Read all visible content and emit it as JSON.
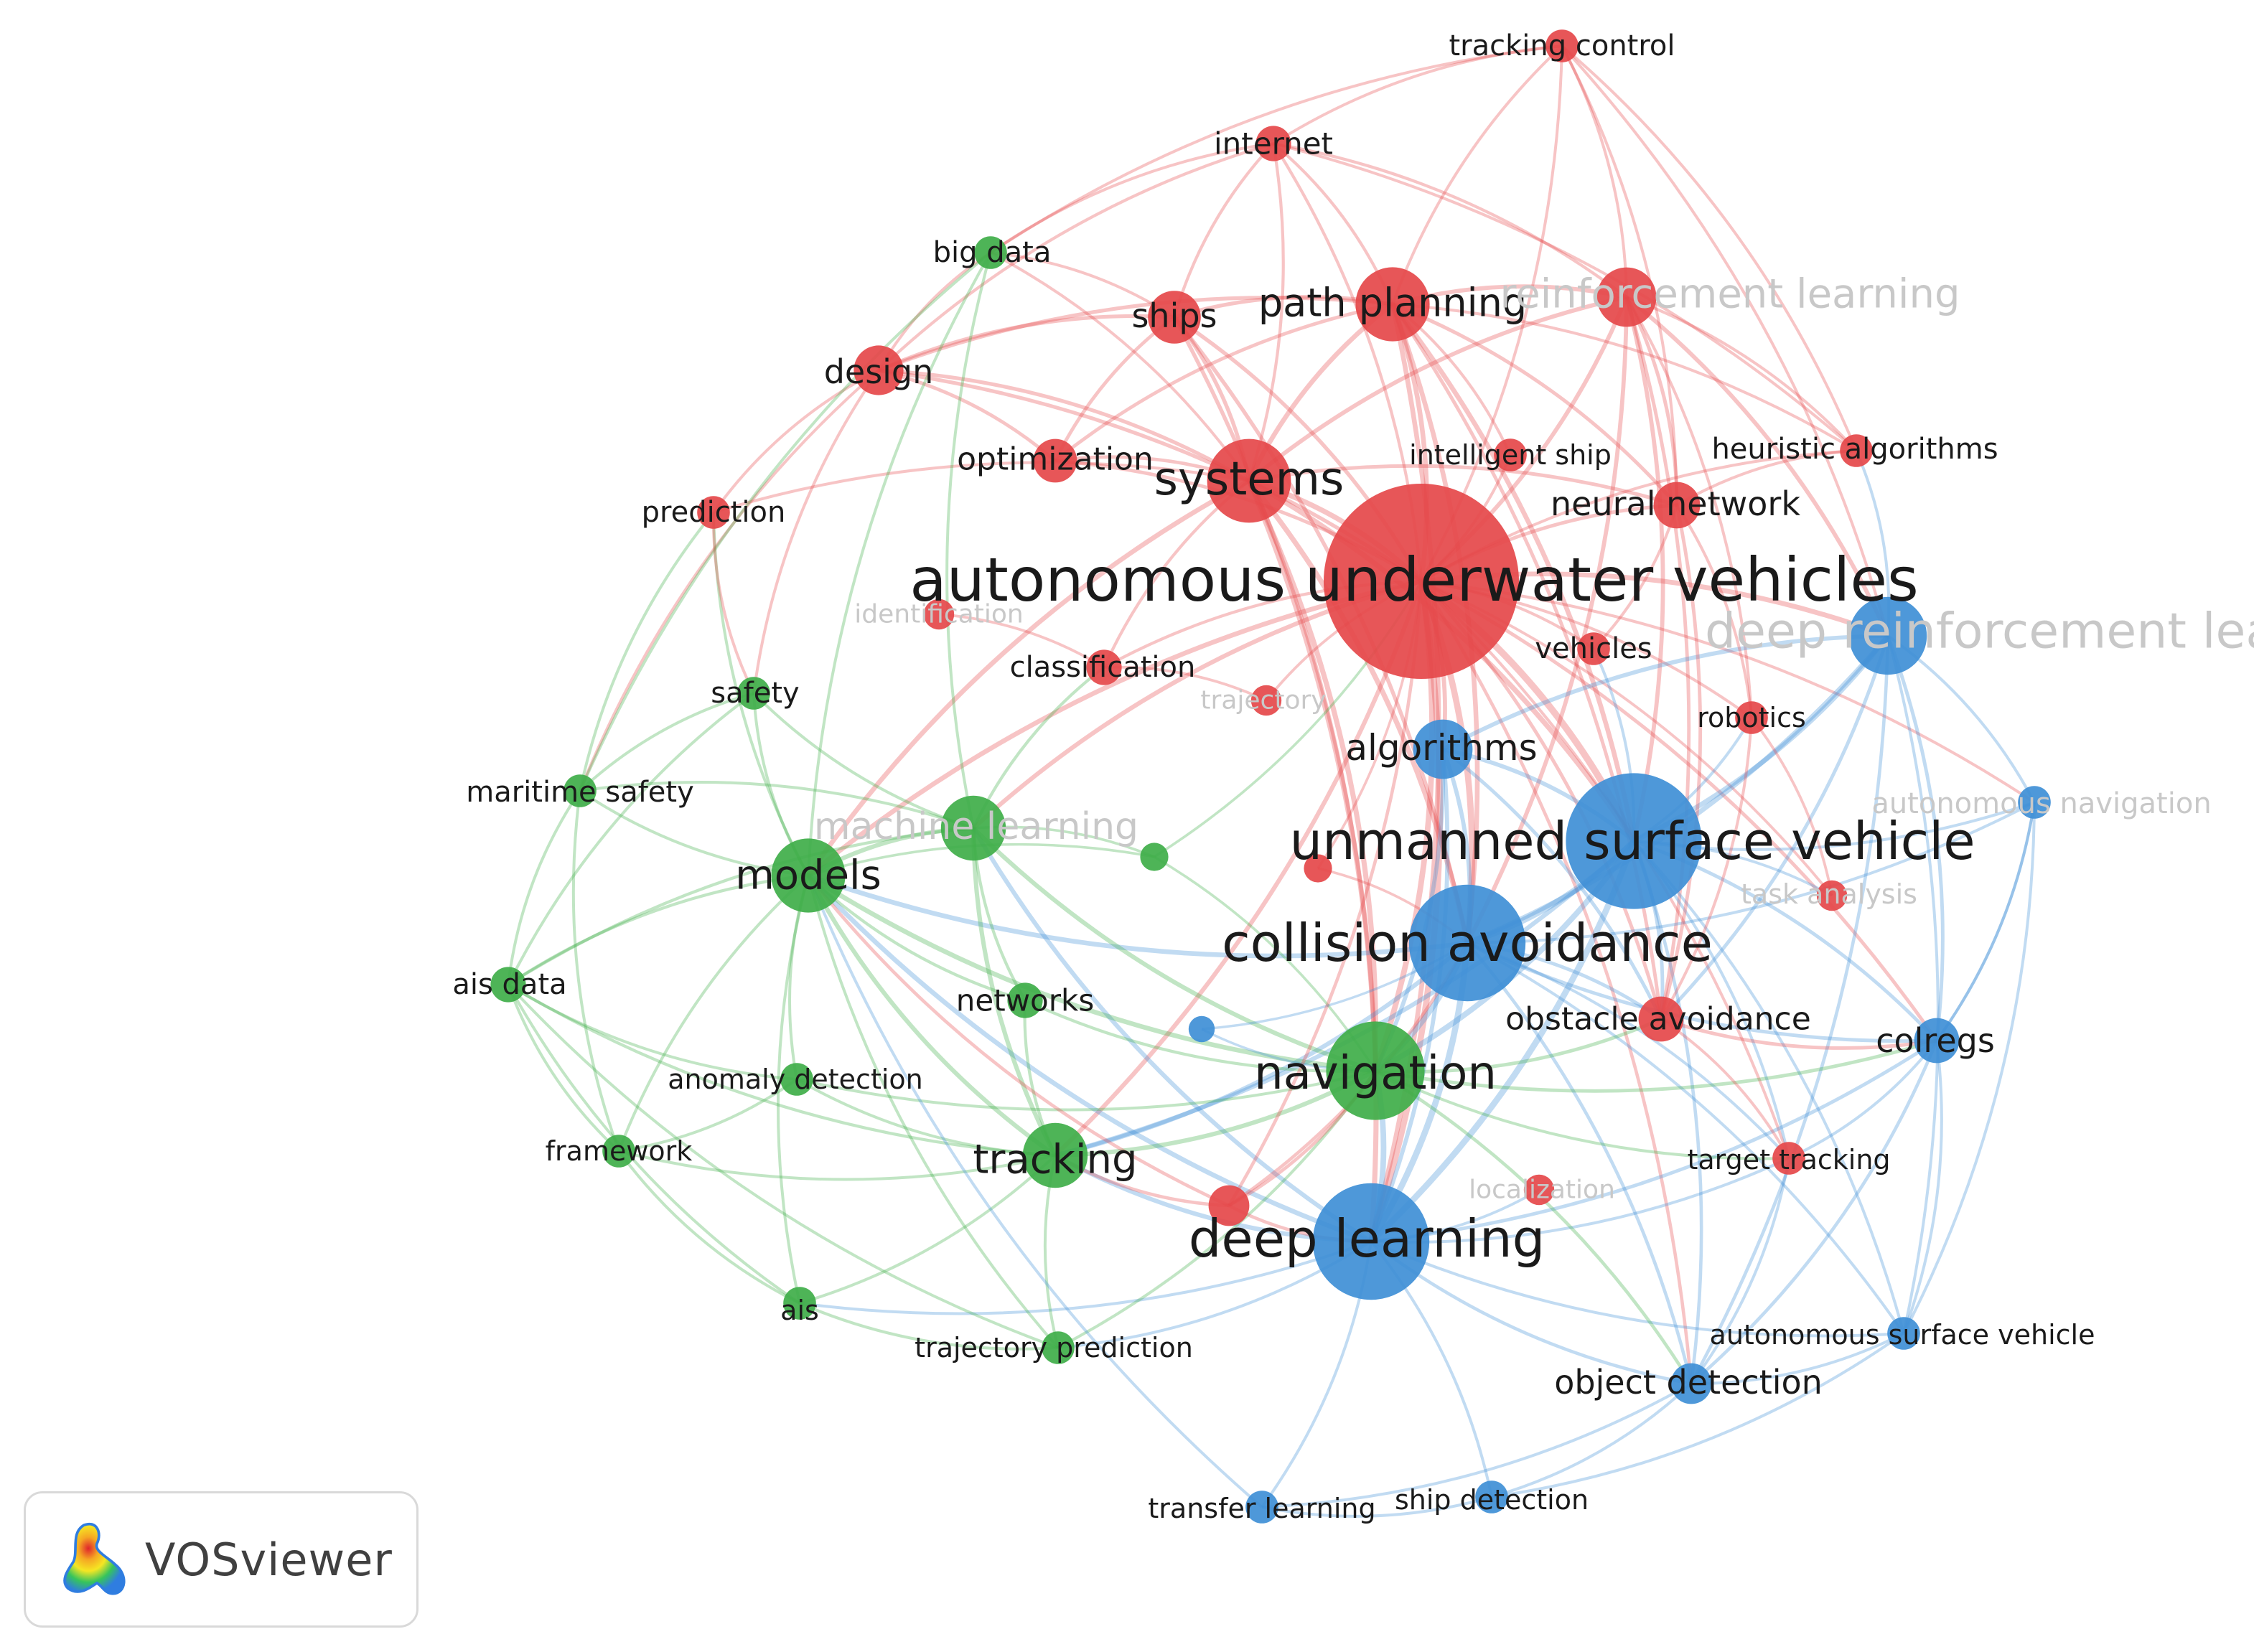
{
  "brand": {
    "name": "VOSviewer",
    "icon": "vosviewer-logo-icon"
  },
  "clusters": {
    "1": "#e5484a",
    "2": "#3fae49",
    "3": "#3f8fd6"
  },
  "nodes": [
    {
      "id": "auv",
      "label": "autonomous underwater vehicles",
      "cluster": 1,
      "weight": 1.0
    },
    {
      "id": "usv",
      "label": "unmanned surface vehicle",
      "cluster": 3,
      "weight": 0.78
    },
    {
      "id": "ca",
      "label": "collision avoidance",
      "cluster": 3,
      "weight": 0.7
    },
    {
      "id": "dl",
      "label": "deep learning",
      "cluster": 3,
      "weight": 0.7
    },
    {
      "id": "nav",
      "label": "navigation",
      "cluster": 2,
      "weight": 0.62
    },
    {
      "id": "sys",
      "label": "systems",
      "cluster": 1,
      "weight": 0.55
    },
    {
      "id": "pp",
      "label": "path planning",
      "cluster": 1,
      "weight": 0.5
    },
    {
      "id": "rl",
      "label": "reinforcement learning",
      "cluster": 1,
      "weight": 0.42,
      "faded": true
    },
    {
      "id": "drl",
      "label": "deep reinforcement learning",
      "cluster": 3,
      "weight": 0.52,
      "faded": true
    },
    {
      "id": "models",
      "label": "models",
      "cluster": 2,
      "weight": 0.5
    },
    {
      "id": "ml",
      "label": "machine learning",
      "cluster": 2,
      "weight": 0.45,
      "faded": true
    },
    {
      "id": "trk",
      "label": "tracking",
      "cluster": 2,
      "weight": 0.45
    },
    {
      "id": "alg",
      "label": "algorithms",
      "cluster": 3,
      "weight": 0.42
    },
    {
      "id": "ships",
      "label": "ships",
      "cluster": 1,
      "weight": 0.38
    },
    {
      "id": "design",
      "label": "design",
      "cluster": 1,
      "weight": 0.36
    },
    {
      "id": "nn",
      "label": "neural network",
      "cluster": 1,
      "weight": 0.34
    },
    {
      "id": "optim",
      "label": "optimization",
      "cluster": 1,
      "weight": 0.32
    },
    {
      "id": "obst",
      "label": "obstacle avoidance",
      "cluster": 1,
      "weight": 0.33
    },
    {
      "id": "colregs",
      "label": "colregs",
      "cluster": 3,
      "weight": 0.33
    },
    {
      "id": "od",
      "label": "object detection",
      "cluster": 3,
      "weight": 0.3
    },
    {
      "id": "internet",
      "label": "internet",
      "cluster": 1,
      "weight": 0.26
    },
    {
      "id": "tc",
      "label": "tracking control",
      "cluster": 1,
      "weight": 0.24
    },
    {
      "id": "bigdata",
      "label": "big data",
      "cluster": 2,
      "weight": 0.24
    },
    {
      "id": "is",
      "label": "intelligent ship",
      "cluster": 1,
      "weight": 0.24
    },
    {
      "id": "ha",
      "label": "heuristic algorithms",
      "cluster": 1,
      "weight": 0.24
    },
    {
      "id": "pred",
      "label": "prediction",
      "cluster": 1,
      "weight": 0.24
    },
    {
      "id": "ident",
      "label": "identification",
      "cluster": 1,
      "weight": 0.22,
      "faded": true
    },
    {
      "id": "veh",
      "label": "vehicles",
      "cluster": 1,
      "weight": 0.24
    },
    {
      "id": "class",
      "label": "classification",
      "cluster": 1,
      "weight": 0.26
    },
    {
      "id": "traj",
      "label": "trajectory",
      "cluster": 1,
      "weight": 0.22,
      "faded": true
    },
    {
      "id": "robotics",
      "label": "robotics",
      "cluster": 1,
      "weight": 0.24
    },
    {
      "id": "safety",
      "label": "safety",
      "cluster": 2,
      "weight": 0.24
    },
    {
      "id": "ms",
      "label": "maritime safety",
      "cluster": 2,
      "weight": 0.24
    },
    {
      "id": "an",
      "label": "autonomous navigation",
      "cluster": 3,
      "weight": 0.24,
      "faded": true
    },
    {
      "id": "ta",
      "label": "task analysis",
      "cluster": 1,
      "weight": 0.22,
      "faded": true
    },
    {
      "id": "aisdata",
      "label": "ais data",
      "cluster": 2,
      "weight": 0.26
    },
    {
      "id": "networks",
      "label": "networks",
      "cluster": 2,
      "weight": 0.26
    },
    {
      "id": "ad",
      "label": "anomaly detection",
      "cluster": 2,
      "weight": 0.24
    },
    {
      "id": "fw",
      "label": "framework",
      "cluster": 2,
      "weight": 0.24
    },
    {
      "id": "tt",
      "label": "target tracking",
      "cluster": 1,
      "weight": 0.24
    },
    {
      "id": "loc",
      "label": "localization",
      "cluster": 1,
      "weight": 0.22,
      "faded": true
    },
    {
      "id": "ais",
      "label": "ais",
      "cluster": 2,
      "weight": 0.24
    },
    {
      "id": "tp",
      "label": "trajectory prediction",
      "cluster": 2,
      "weight": 0.24
    },
    {
      "id": "asv",
      "label": "autonomous surface vehicle",
      "cluster": 3,
      "weight": 0.24
    },
    {
      "id": "tl",
      "label": "transfer learning",
      "cluster": 3,
      "weight": 0.24
    },
    {
      "id": "sd",
      "label": "ship detection",
      "cluster": 3,
      "weight": 0.24
    },
    {
      "id": "g_mid",
      "label": "",
      "cluster": 2,
      "weight": 0.2
    },
    {
      "id": "r_mid",
      "label": "",
      "cluster": 1,
      "weight": 0.2
    },
    {
      "id": "b_mid",
      "label": "",
      "cluster": 3,
      "weight": 0.18
    },
    {
      "id": "r_dl",
      "label": "",
      "cluster": 1,
      "weight": 0.3
    }
  ],
  "links": [
    [
      "auv",
      "usv"
    ],
    [
      "auv",
      "ca"
    ],
    [
      "auv",
      "dl"
    ],
    [
      "auv",
      "nav"
    ],
    [
      "auv",
      "sys"
    ],
    [
      "auv",
      "pp"
    ],
    [
      "auv",
      "rl"
    ],
    [
      "auv",
      "drl"
    ],
    [
      "auv",
      "alg"
    ],
    [
      "auv",
      "ships"
    ],
    [
      "auv",
      "design"
    ],
    [
      "auv",
      "nn"
    ],
    [
      "auv",
      "optim"
    ],
    [
      "auv",
      "obst"
    ],
    [
      "auv",
      "colregs"
    ],
    [
      "auv",
      "internet"
    ],
    [
      "auv",
      "tc"
    ],
    [
      "auv",
      "is"
    ],
    [
      "auv",
      "ha"
    ],
    [
      "auv",
      "class"
    ],
    [
      "auv",
      "robotics"
    ],
    [
      "auv",
      "models"
    ],
    [
      "auv",
      "ml"
    ],
    [
      "auv",
      "trk"
    ],
    [
      "auv",
      "veh"
    ],
    [
      "auv",
      "traj"
    ],
    [
      "auv",
      "an"
    ],
    [
      "auv",
      "ta"
    ],
    [
      "auv",
      "tt"
    ],
    [
      "auv",
      "od"
    ],
    [
      "sys",
      "pp"
    ],
    [
      "sys",
      "ships"
    ],
    [
      "sys",
      "design"
    ],
    [
      "sys",
      "optim"
    ],
    [
      "sys",
      "internet"
    ],
    [
      "sys",
      "rl"
    ],
    [
      "sys",
      "nn"
    ],
    [
      "sys",
      "ca"
    ],
    [
      "sys",
      "usv"
    ],
    [
      "sys",
      "models"
    ],
    [
      "sys",
      "pred"
    ],
    [
      "sys",
      "bigdata"
    ],
    [
      "sys",
      "class"
    ],
    [
      "sys",
      "nav"
    ],
    [
      "sys",
      "dl"
    ],
    [
      "pp",
      "rl"
    ],
    [
      "pp",
      "ships"
    ],
    [
      "pp",
      "internet"
    ],
    [
      "pp",
      "tc"
    ],
    [
      "pp",
      "design"
    ],
    [
      "pp",
      "nn"
    ],
    [
      "pp",
      "ha"
    ],
    [
      "pp",
      "usv"
    ],
    [
      "pp",
      "ca"
    ],
    [
      "pp",
      "obst"
    ],
    [
      "pp",
      "optim"
    ],
    [
      "pp",
      "is"
    ],
    [
      "pp",
      "dl"
    ],
    [
      "rl",
      "tc"
    ],
    [
      "rl",
      "internet"
    ],
    [
      "rl",
      "ha"
    ],
    [
      "rl",
      "nn"
    ],
    [
      "rl",
      "usv"
    ],
    [
      "rl",
      "drl"
    ],
    [
      "rl",
      "ca"
    ],
    [
      "rl",
      "robotics"
    ],
    [
      "rl",
      "obst"
    ],
    [
      "ships",
      "internet"
    ],
    [
      "ships",
      "design"
    ],
    [
      "ships",
      "optim"
    ],
    [
      "ships",
      "bigdata"
    ],
    [
      "ships",
      "ca"
    ],
    [
      "ships",
      "nav"
    ],
    [
      "design",
      "pred"
    ],
    [
      "design",
      "bigdata"
    ],
    [
      "design",
      "optim"
    ],
    [
      "design",
      "internet"
    ],
    [
      "design",
      "ms"
    ],
    [
      "design",
      "safety"
    ],
    [
      "internet",
      "tc"
    ],
    [
      "internet",
      "bigdata"
    ],
    [
      "internet",
      "ha"
    ],
    [
      "tc",
      "ha"
    ],
    [
      "tc",
      "drl"
    ],
    [
      "tc",
      "nn"
    ],
    [
      "tc",
      "bigdata"
    ],
    [
      "usv",
      "ca"
    ],
    [
      "usv",
      "drl"
    ],
    [
      "usv",
      "colregs"
    ],
    [
      "usv",
      "an"
    ],
    [
      "usv",
      "obst"
    ],
    [
      "usv",
      "dl"
    ],
    [
      "usv",
      "nav"
    ],
    [
      "usv",
      "alg"
    ],
    [
      "usv",
      "od"
    ],
    [
      "usv",
      "asv"
    ],
    [
      "usv",
      "tt"
    ],
    [
      "usv",
      "ta"
    ],
    [
      "usv",
      "robotics"
    ],
    [
      "usv",
      "trk"
    ],
    [
      "usv",
      "veh"
    ],
    [
      "drl",
      "colregs"
    ],
    [
      "drl",
      "an"
    ],
    [
      "drl",
      "ca"
    ],
    [
      "drl",
      "ha"
    ],
    [
      "drl",
      "obst"
    ],
    [
      "drl",
      "asv"
    ],
    [
      "drl",
      "od"
    ],
    [
      "drl",
      "alg"
    ],
    [
      "ca",
      "dl"
    ],
    [
      "ca",
      "nav"
    ],
    [
      "ca",
      "colregs"
    ],
    [
      "ca",
      "obst"
    ],
    [
      "ca",
      "alg"
    ],
    [
      "ca",
      "od"
    ],
    [
      "ca",
      "trk"
    ],
    [
      "ca",
      "models"
    ],
    [
      "ca",
      "tt"
    ],
    [
      "ca",
      "asv"
    ],
    [
      "ca",
      "an"
    ],
    [
      "dl",
      "nav"
    ],
    [
      "dl",
      "od"
    ],
    [
      "dl",
      "tl"
    ],
    [
      "dl",
      "sd"
    ],
    [
      "dl",
      "asv"
    ],
    [
      "dl",
      "trk"
    ],
    [
      "dl",
      "tp"
    ],
    [
      "dl",
      "models"
    ],
    [
      "dl",
      "ais"
    ],
    [
      "dl",
      "colregs"
    ],
    [
      "dl",
      "ml"
    ],
    [
      "dl",
      "tt"
    ],
    [
      "dl",
      "loc"
    ],
    [
      "nav",
      "trk"
    ],
    [
      "nav",
      "models"
    ],
    [
      "nav",
      "ml"
    ],
    [
      "nav",
      "networks"
    ],
    [
      "nav",
      "obst"
    ],
    [
      "nav",
      "colregs"
    ],
    [
      "nav",
      "od"
    ],
    [
      "nav",
      "tt"
    ],
    [
      "nav",
      "tp"
    ],
    [
      "nav",
      "ad"
    ],
    [
      "models",
      "ml"
    ],
    [
      "models",
      "trk"
    ],
    [
      "models",
      "ms"
    ],
    [
      "models",
      "aisdata"
    ],
    [
      "models",
      "safety"
    ],
    [
      "models",
      "ad"
    ],
    [
      "models",
      "fw"
    ],
    [
      "models",
      "ais"
    ],
    [
      "models",
      "tp"
    ],
    [
      "models",
      "networks"
    ],
    [
      "models",
      "pred"
    ],
    [
      "models",
      "bigdata"
    ],
    [
      "ml",
      "trk"
    ],
    [
      "ml",
      "safety"
    ],
    [
      "ml",
      "ms"
    ],
    [
      "ml",
      "bigdata"
    ],
    [
      "ml",
      "networks"
    ],
    [
      "ml",
      "aisdata"
    ],
    [
      "ml",
      "class"
    ],
    [
      "trk",
      "tp"
    ],
    [
      "trk",
      "ais"
    ],
    [
      "trk",
      "ad"
    ],
    [
      "trk",
      "aisdata"
    ],
    [
      "trk",
      "networks"
    ],
    [
      "trk",
      "fw"
    ],
    [
      "aisdata",
      "ms"
    ],
    [
      "aisdata",
      "fw"
    ],
    [
      "aisdata",
      "ais"
    ],
    [
      "aisdata",
      "ad"
    ],
    [
      "aisdata",
      "tp"
    ],
    [
      "aisdata",
      "safety"
    ],
    [
      "ms",
      "safety"
    ],
    [
      "ms",
      "fw"
    ],
    [
      "ms",
      "pred"
    ],
    [
      "ms",
      "bigdata"
    ],
    [
      "fw",
      "ais"
    ],
    [
      "ais",
      "tp"
    ],
    [
      "ad",
      "fw"
    ],
    [
      "colregs",
      "asv"
    ],
    [
      "colregs",
      "od"
    ],
    [
      "colregs",
      "an"
    ],
    [
      "colregs",
      "tt"
    ],
    [
      "od",
      "asv"
    ],
    [
      "od",
      "sd"
    ],
    [
      "od",
      "tl"
    ],
    [
      "od",
      "tt"
    ],
    [
      "an",
      "asv"
    ],
    [
      "an",
      "colregs"
    ],
    [
      "tl",
      "sd"
    ],
    [
      "tl",
      "models"
    ],
    [
      "sd",
      "asv"
    ],
    [
      "nn",
      "ha"
    ],
    [
      "nn",
      "robotics"
    ],
    [
      "nn",
      "obst"
    ],
    [
      "nn",
      "veh"
    ],
    [
      "robotics",
      "obst"
    ],
    [
      "robotics",
      "ta"
    ],
    [
      "obst",
      "tt"
    ],
    [
      "obst",
      "colregs"
    ],
    [
      "alg",
      "obst"
    ],
    [
      "alg",
      "nav"
    ],
    [
      "alg",
      "dl"
    ],
    [
      "class",
      "traj"
    ],
    [
      "class",
      "ident"
    ],
    [
      "pred",
      "safety"
    ],
    [
      "g_mid",
      "nav"
    ],
    [
      "g_mid",
      "ml"
    ],
    [
      "g_mid",
      "models"
    ],
    [
      "g_mid",
      "auv"
    ],
    [
      "r_mid",
      "auv"
    ],
    [
      "r_mid",
      "ca"
    ],
    [
      "b_mid",
      "nav"
    ],
    [
      "b_mid",
      "ca"
    ],
    [
      "r_dl",
      "dl"
    ],
    [
      "r_dl",
      "nav"
    ],
    [
      "r_dl",
      "trk"
    ],
    [
      "r_dl",
      "auv"
    ],
    [
      "r_dl",
      "ca"
    ],
    [
      "r_dl",
      "models"
    ]
  ]
}
